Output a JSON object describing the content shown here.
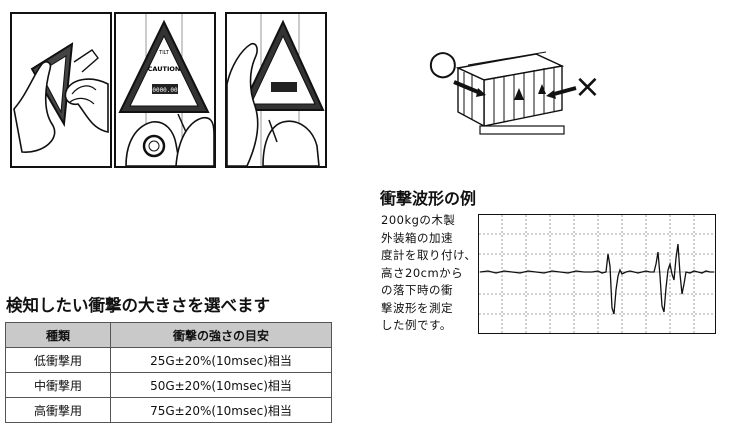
{
  "instructions": {
    "label_brand_top": "TILT",
    "label_caution": "CAUTION",
    "label_code": "0000.00"
  },
  "crate_demo": {
    "ok_mark": "○",
    "ng_mark": "×"
  },
  "waveform": {
    "heading": "衝撃波形の例",
    "desc_lines": [
      "200kgの木製",
      "外装箱の加速",
      "度計を取り付け、",
      "高さ20cmから",
      "の落下時の衝",
      "撃波形を測定",
      "した例です。"
    ]
  },
  "selection": {
    "heading": "検知したい衝撃の大きさを選べます",
    "columns": [
      "種類",
      "衝撃の強さの目安"
    ],
    "rows": [
      [
        "低衝撃用",
        "25G±20%(10msec)相当"
      ],
      [
        "中衝撃用",
        "50G±20%(10msec)相当"
      ],
      [
        "高衝撃用",
        "75G±20%(10msec)相当"
      ]
    ]
  }
}
